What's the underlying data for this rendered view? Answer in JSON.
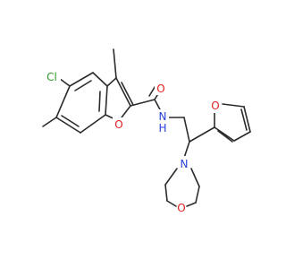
{
  "molecule": {
    "atom_labels": {
      "chlorine": "Cl",
      "furan_oxygen_benzofuran": "O",
      "carbonyl_oxygen": "O",
      "amide_nitrogen": "N",
      "amide_hydrogen": "H",
      "furan_oxygen": "O",
      "morpholine_nitrogen": "N",
      "morpholine_oxygen": "O"
    },
    "colors": {
      "bond": "#2b2b2b",
      "chlorine": "#2e9e2e",
      "oxygen": "#e02020",
      "nitrogen": "#2a3fd6"
    }
  }
}
